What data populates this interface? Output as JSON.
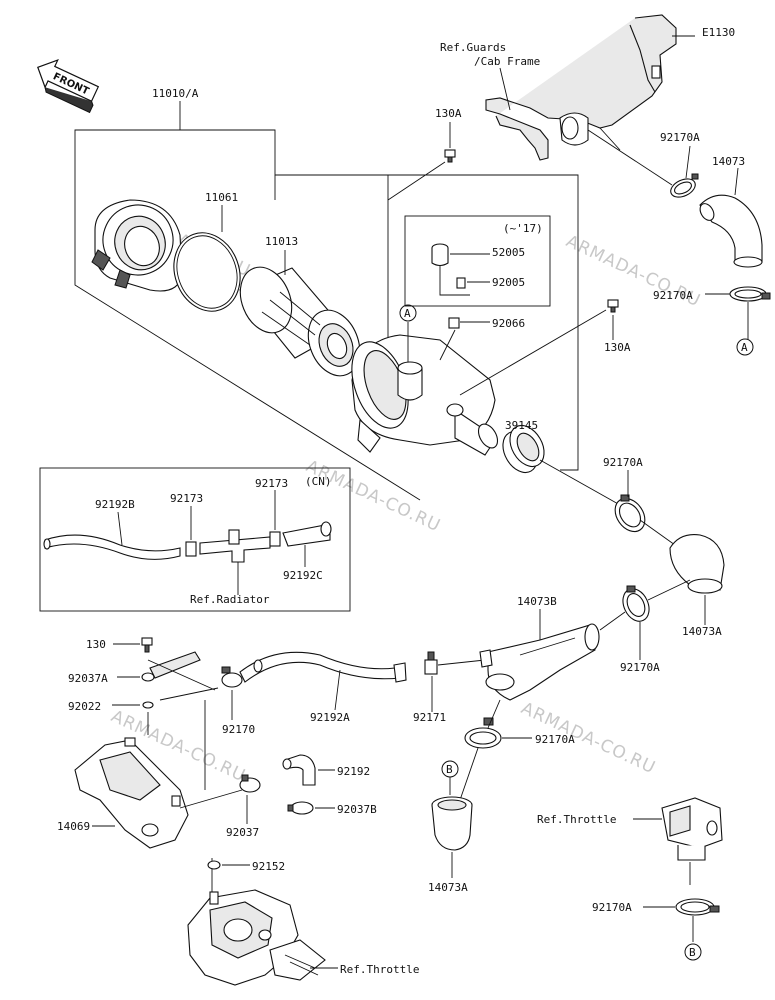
{
  "diagram": {
    "code": "E1130",
    "front_label": "FRONT",
    "watermark": "ARMADA-CO.RU",
    "year_note": "(~'17)",
    "cn_note": "(CN)",
    "refs": {
      "guards_1": "Ref.Guards",
      "guards_2": "/Cab Frame",
      "radiator": "Ref.Radiator",
      "throttle_right": "Ref.Throttle",
      "throttle_bottom": "Ref.Throttle"
    },
    "callouts": {
      "A": "A",
      "B": "B"
    },
    "parts": {
      "p11010A": "11010/A",
      "p11061": "11061",
      "p11013": "11013",
      "p130A_top": "130A",
      "p130A_right": "130A",
      "p52005": "52005",
      "p92005": "92005",
      "p92066": "92066",
      "p39145": "39145",
      "p92170A_1": "92170A",
      "p14073": "14073",
      "p92170A_2": "92170A",
      "p92170A_3": "92170A",
      "p14073A_1": "14073A",
      "p92170A_4": "92170A",
      "p14073B": "14073B",
      "p92170A_5": "92170A",
      "p14073A_2": "14073A",
      "p92170A_6": "92170A",
      "p92192B": "92192B",
      "p92173_1": "92173",
      "p92173_2": "92173",
      "p92192C": "92192C",
      "p130": "130",
      "p92037A": "92037A",
      "p92022": "92022",
      "p92170": "92170",
      "p92192A": "92192A",
      "p92171": "92171",
      "p92192": "92192",
      "p92037B": "92037B",
      "p14069": "14069",
      "p92037": "92037",
      "p92152": "92152"
    }
  }
}
